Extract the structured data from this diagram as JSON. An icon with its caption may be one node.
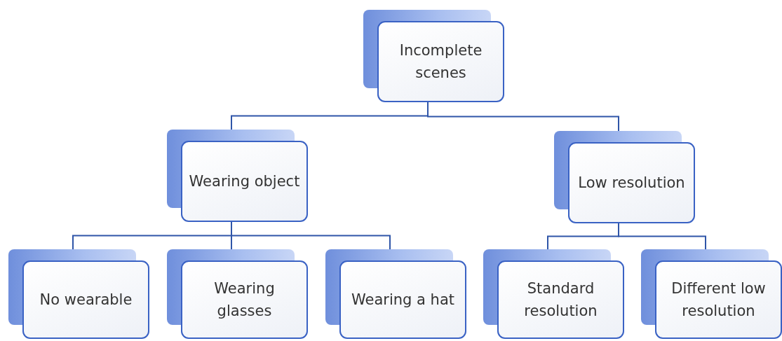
{
  "diagram": {
    "nodes": [
      {
        "text": [
          "Incomplete scenes"
        ]
      },
      {
        "text": [
          "Wearing object"
        ]
      },
      {
        "text": [
          "Low resolution"
        ]
      },
      {
        "text": [
          "No wearable"
        ]
      },
      {
        "text": [
          "Wearing glasses"
        ]
      },
      {
        "text": [
          "Wearing a hat"
        ]
      },
      {
        "text": [
          "Standard resolution"
        ]
      },
      {
        "text": [
          "Different low resolution"
        ]
      }
    ],
    "edges": [
      {
        "from": 0,
        "to": 1,
        "arrow": "none"
      },
      {
        "from": 0,
        "to": 2,
        "arrow": "none"
      },
      {
        "from": 1,
        "to": 3,
        "arrow": "none"
      },
      {
        "from": 1,
        "to": 4,
        "arrow": "none"
      },
      {
        "from": 1,
        "to": 5,
        "arrow": "none"
      },
      {
        "from": 2,
        "to": 6,
        "arrow": "none"
      },
      {
        "from": 2,
        "to": 7,
        "arrow": "none"
      }
    ]
  }
}
